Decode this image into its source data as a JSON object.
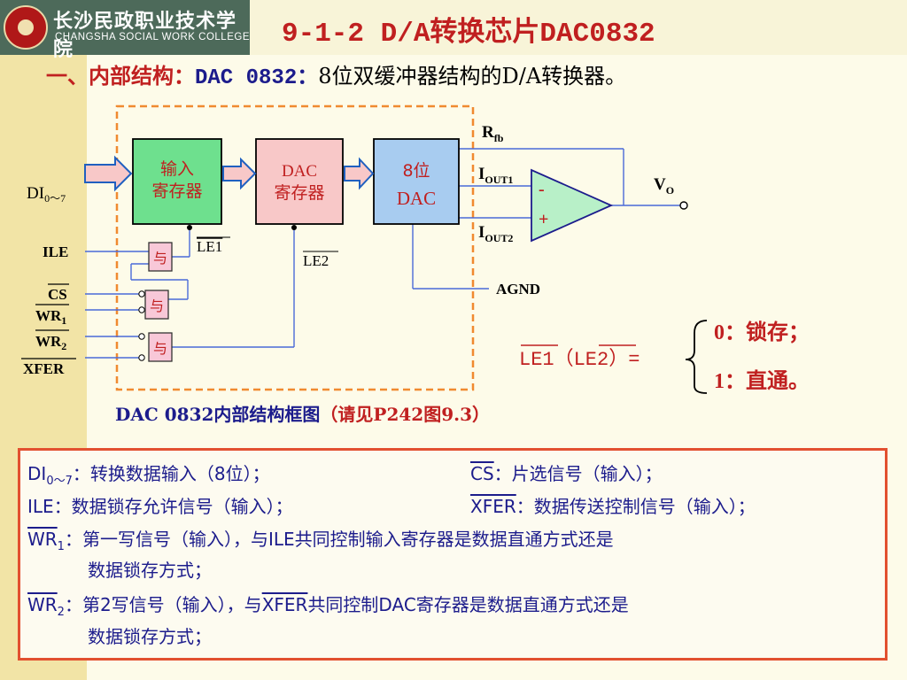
{
  "logo": {
    "cn": "长沙民政职业技术学院",
    "en": "CHANGSHA SOCIAL WORK COLLEGE"
  },
  "title": "9-1-2  D/A转换芯片DAC0832",
  "subtitle": {
    "part1": "一、内部结构：",
    "part2": "DAC 0832：",
    "part3": "8位双缓冲器结构的D/A转换器。"
  },
  "diagram": {
    "input_register": [
      "输入",
      "寄存器"
    ],
    "dac_register": [
      "DAC",
      "寄存器"
    ],
    "dac_8bit": [
      "8位",
      "DAC"
    ],
    "input_label": "DI",
    "input_sub": "0～7",
    "gate": "与",
    "signals": {
      "ile": "ILE",
      "cs": "CS",
      "wr1": "WR",
      "wr1_sub": "1",
      "wr2": "WR",
      "wr2_sub": "2",
      "xfer": "XFER"
    },
    "le1": "LE1",
    "le2": "LE2",
    "rfb": "R",
    "rfb_sub": "fb",
    "iout1": "I",
    "iout1_sub": "OUT1",
    "iout2": "I",
    "iout2_sub": "OUT2",
    "agnd": "AGND",
    "vo": "V",
    "vo_sub": "O",
    "minus": "-",
    "plus": "+",
    "le_formula": "LE1（LE2）=",
    "state0": "0：锁存；",
    "state1": "1：直通。"
  },
  "caption": {
    "main": "DAC 0832内部结构框图",
    "ref": "（请见P242图9.3）"
  },
  "desc": {
    "l1a_sig": "DI",
    "l1a_sub": "0～7",
    "l1a_text": "：转换数据输入（8位）；",
    "l1b_sig": "CS",
    "l1b_text": "：片选信号（输入）；",
    "l2a_sig": "ILE",
    "l2a_text": "：数据锁存允许信号（输入）；",
    "l2b_sig": "XFER",
    "l2b_text": "：数据传送控制信号（输入）；",
    "l3_sig": "WR",
    "l3_sub": "1",
    "l3_text": "：第一写信号（输入），与ILE共同控制输入寄存器是数据直通方式还是",
    "l4_text": "数据锁存方式；",
    "l5_sig": "WR",
    "l5_sub": "2",
    "l5_text": "：第2写信号（输入），与",
    "l5_sig2": "XFER",
    "l5_text2": "共同控制DAC寄存器是数据直通方式还是",
    "l6_text": "数据锁存方式；"
  },
  "colors": {
    "title": "#c02020",
    "navy": "#1c1c8c",
    "input_reg_fill": "#6ee08e",
    "dac_reg_fill": "#f8c8c8",
    "dac_fill": "#a8ccf0",
    "opamp_fill": "#b8f0c8",
    "gate_fill": "#f8c8d8",
    "box_border": "#e25030",
    "arrow_fill": "#f8c8c8",
    "arrow_stroke": "#2060c0"
  }
}
